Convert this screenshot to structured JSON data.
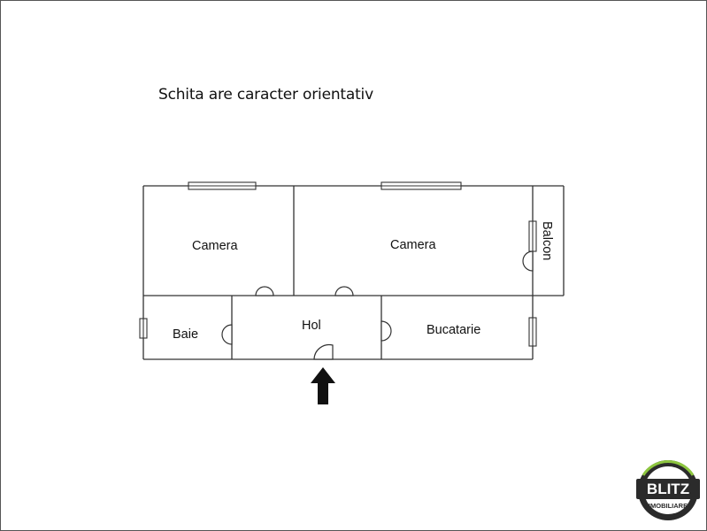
{
  "note": "Schita are caracter orientativ",
  "rooms": [
    {
      "id": "camera-1",
      "label": "Camera"
    },
    {
      "id": "camera-2",
      "label": "Camera"
    },
    {
      "id": "balcon",
      "label": "Balcon"
    },
    {
      "id": "baie",
      "label": "Baie"
    },
    {
      "id": "hol",
      "label": "Hol"
    },
    {
      "id": "bucatarie",
      "label": "Bucatarie"
    }
  ],
  "logo": {
    "top_text": "BLITZ",
    "bottom_text": "IMOBILIARE"
  },
  "colors": {
    "wall": "#333333",
    "arrow": "#111111",
    "logo_dark": "#2b2b2b",
    "logo_green": "#8dc63f"
  },
  "icons": {
    "entrance": "arrow-up-icon"
  }
}
